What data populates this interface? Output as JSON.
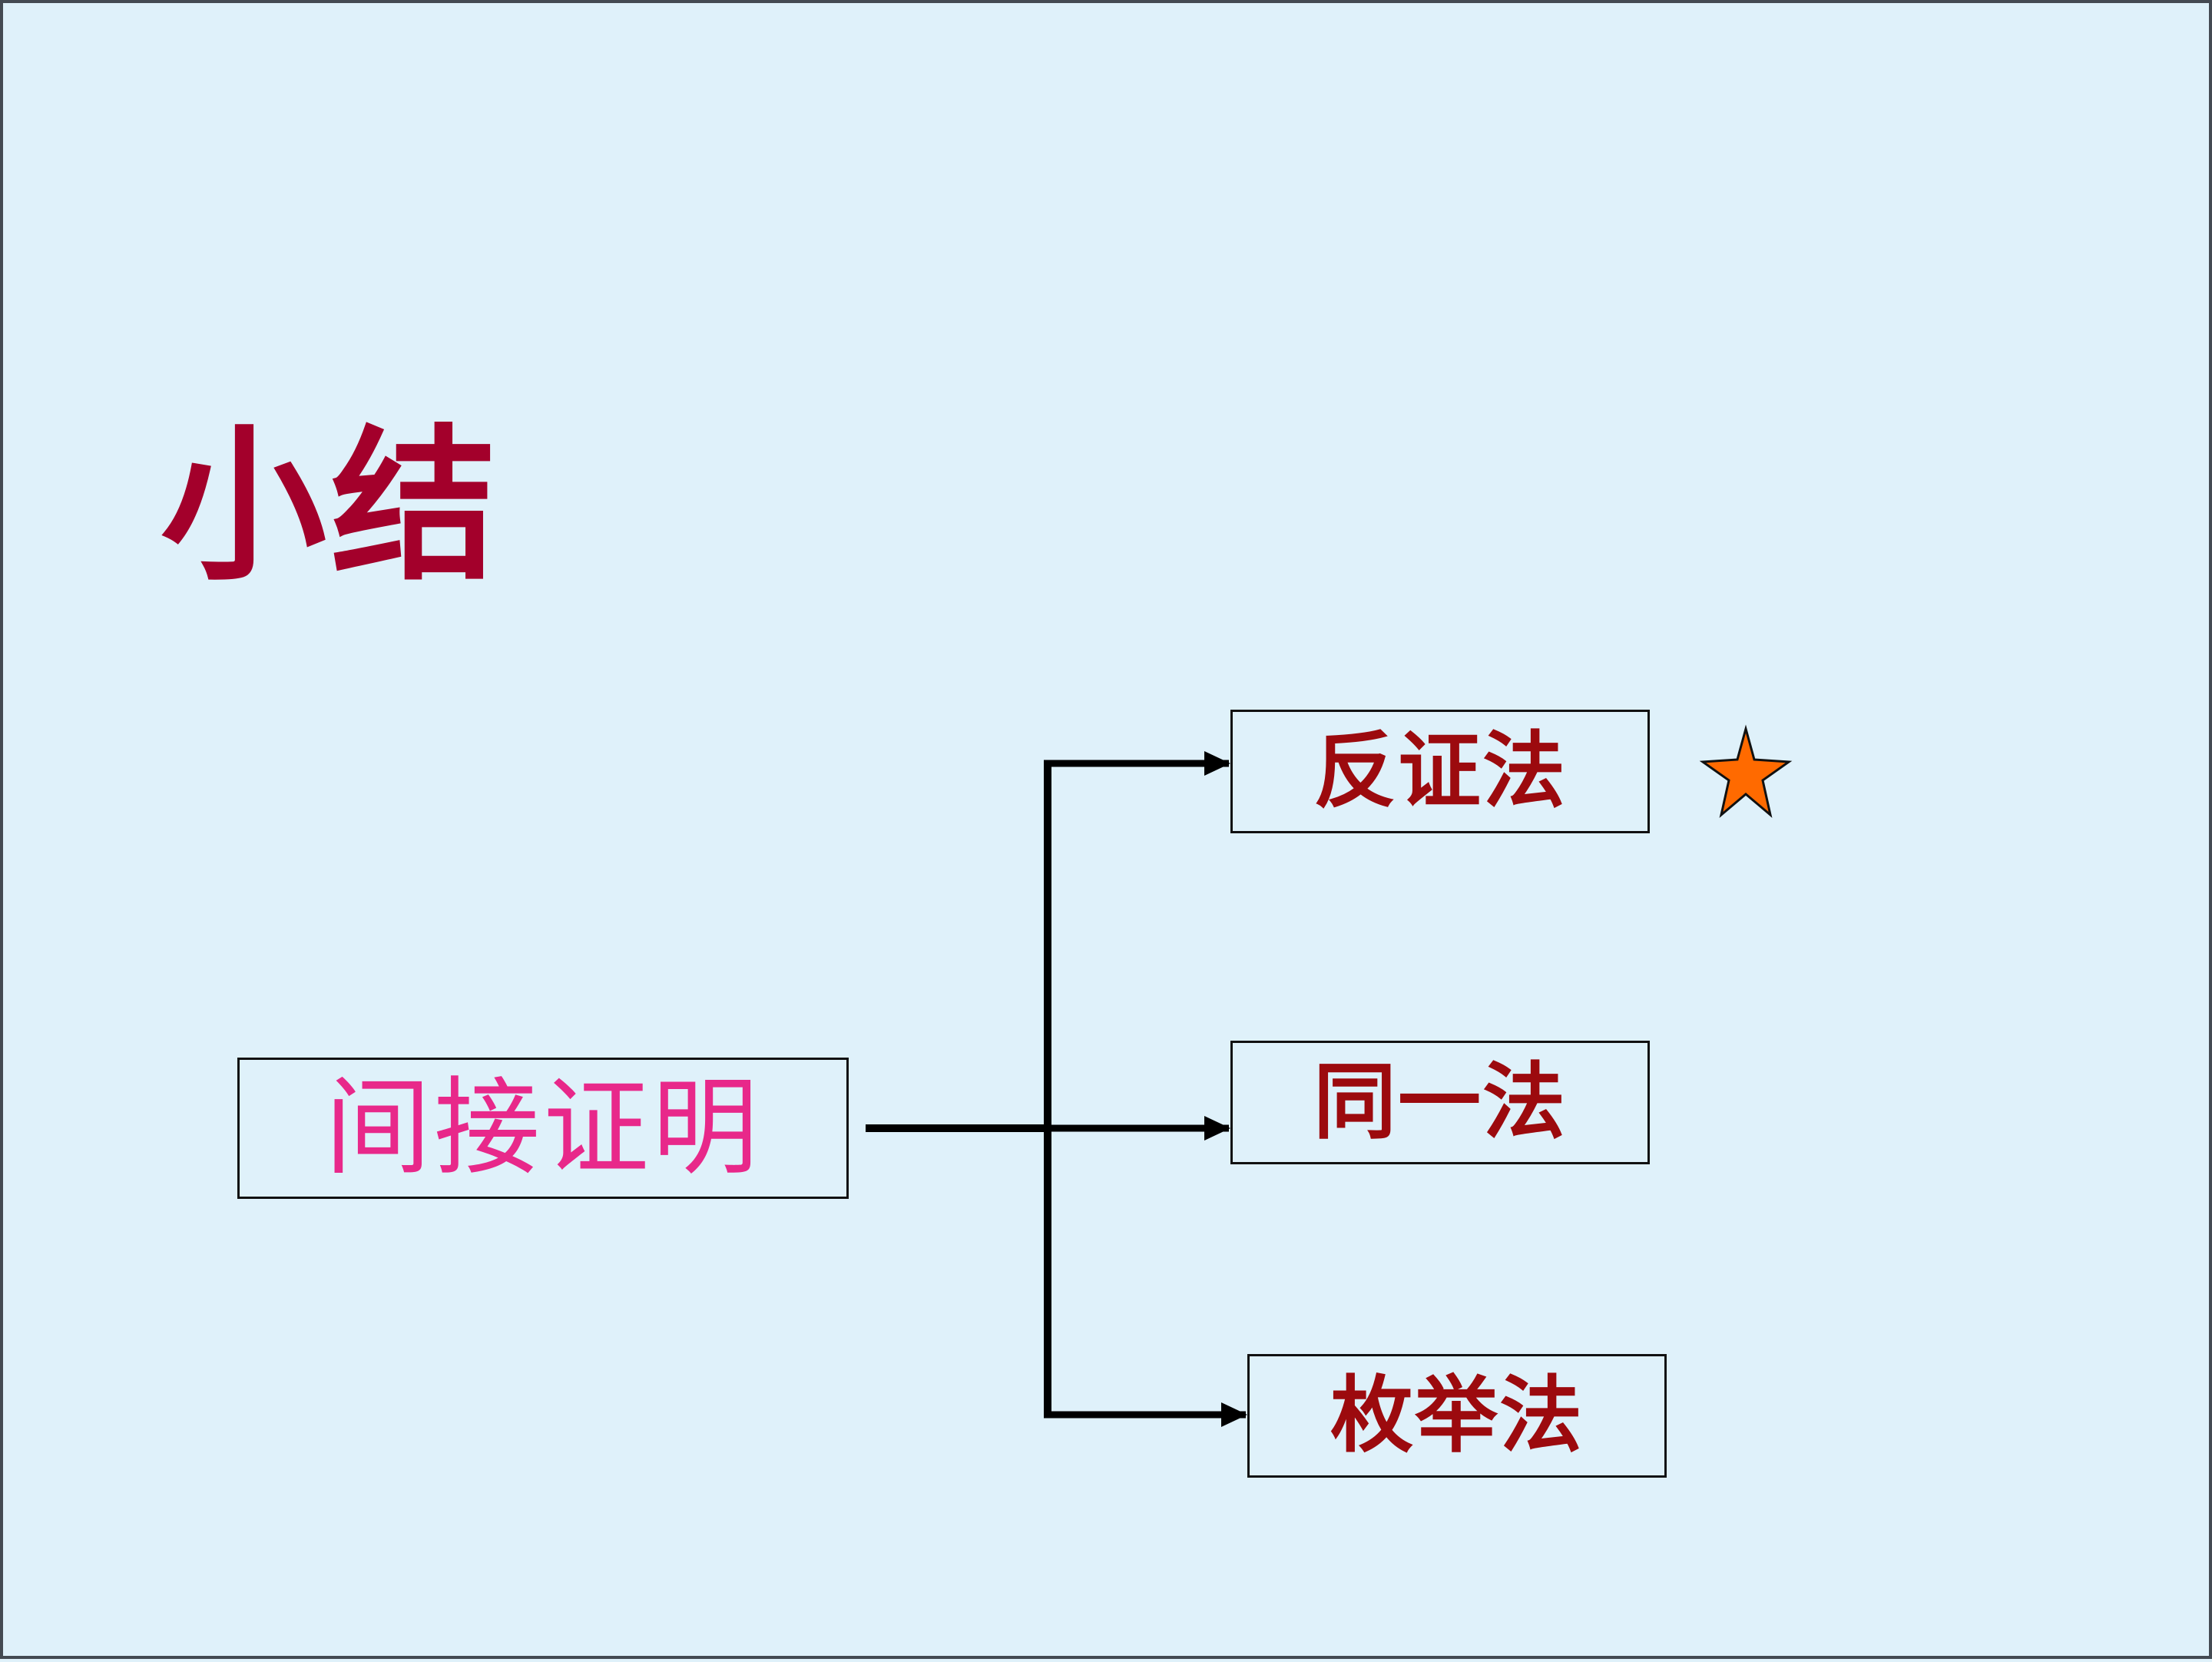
{
  "slide": {
    "title": "小结",
    "title_color": "#a3002b",
    "background_color": "#dff1fa"
  },
  "diagram": {
    "root": {
      "label": "间接证明",
      "color": "#e8288a"
    },
    "methods": [
      {
        "label": "反证法",
        "color": "#9c0a0e",
        "marked": true
      },
      {
        "label": "同一法",
        "color": "#9c0a0e",
        "marked": false
      },
      {
        "label": "枚举法",
        "color": "#9c0a0e",
        "marked": false
      }
    ],
    "marker": {
      "icon": "star-icon",
      "fill_color": "#ff6a00",
      "stroke_color": "#111111"
    },
    "connector_color": "#000000"
  }
}
